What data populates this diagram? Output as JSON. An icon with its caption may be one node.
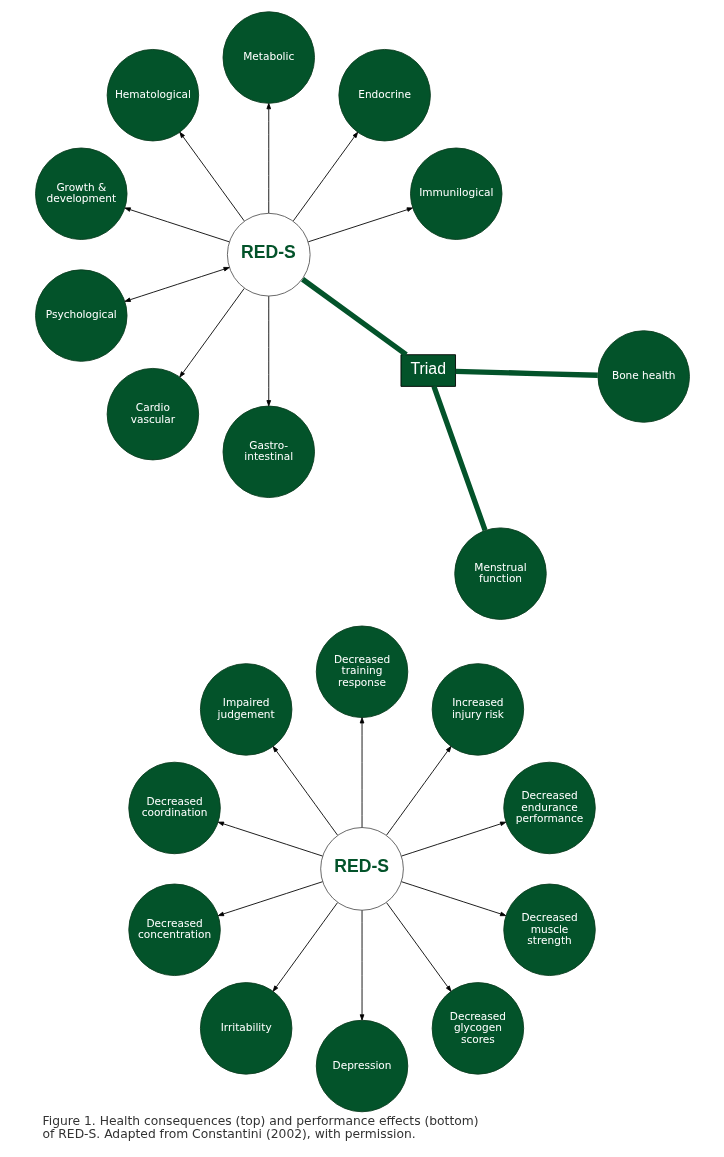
{
  "diagram": {
    "caption": "Figure 1. Health consequences (top) and performance effects (bottom) of RED-S. Adapted from Constantini (2002), with permission.",
    "nodes": [
      {
        "text": [
          "RED-S"
        ]
      },
      {
        "text": [
          "Immunilogical"
        ]
      },
      {
        "text": [
          "Menstrual function"
        ]
      },
      {
        "text": [
          "Bone health"
        ]
      },
      {
        "text": [
          "Endocrine"
        ]
      },
      {
        "text": [
          "Metabolic"
        ]
      },
      {
        "text": [
          "Hematological"
        ]
      },
      {
        "text": [
          "Growth & development"
        ]
      },
      {
        "text": [
          "Psychological"
        ]
      },
      {
        "text": [
          "Cardio vascular"
        ]
      },
      {
        "text": [
          "Gastro- intestinal"
        ]
      },
      {
        "text": [
          "Triad"
        ]
      },
      {
        "text": [
          "RED-S"
        ]
      },
      {
        "text": [
          "Decreased endurance performance"
        ]
      },
      {
        "text": [
          "Increased injury risk"
        ]
      },
      {
        "text": [
          "Decreased training response"
        ]
      },
      {
        "text": [
          "Impaired judgement"
        ]
      },
      {
        "text": [
          "Decreased coordination"
        ]
      },
      {
        "text": [
          "Decreased concentration"
        ]
      },
      {
        "text": [
          "Irritability"
        ]
      },
      {
        "text": [
          "Depression"
        ]
      },
      {
        "text": [
          "Decreased glycogen scores"
        ]
      },
      {
        "text": [
          "Decreased muscle strength"
        ]
      }
    ],
    "edges": [
      {
        "from": 0,
        "to": 1,
        "arrow": "to"
      },
      {
        "from": 0,
        "to": 4,
        "arrow": "to"
      },
      {
        "from": 0,
        "to": 5,
        "arrow": "to"
      },
      {
        "from": 0,
        "to": 6,
        "arrow": "to"
      },
      {
        "from": 0,
        "to": 7,
        "arrow": "to"
      },
      {
        "from": 0,
        "to": 8,
        "arrow": "both"
      },
      {
        "from": 0,
        "to": 9,
        "arrow": "to"
      },
      {
        "from": 0,
        "to": 10,
        "arrow": "to"
      },
      {
        "from": 0,
        "to": 11,
        "arrow": "none",
        "style": "thick"
      },
      {
        "from": 11,
        "to": 2,
        "arrow": "none",
        "style": "thick"
      },
      {
        "from": 11,
        "to": 3,
        "arrow": "none",
        "style": "thick"
      },
      {
        "from": 12,
        "to": 13,
        "arrow": "to"
      },
      {
        "from": 12,
        "to": 14,
        "arrow": "to"
      },
      {
        "from": 12,
        "to": 15,
        "arrow": "to"
      },
      {
        "from": 12,
        "to": 16,
        "arrow": "to"
      },
      {
        "from": 12,
        "to": 17,
        "arrow": "to"
      },
      {
        "from": 12,
        "to": 18,
        "arrow": "to"
      },
      {
        "from": 12,
        "to": 19,
        "arrow": "to"
      },
      {
        "from": 12,
        "to": 20,
        "arrow": "to"
      },
      {
        "from": 12,
        "to": 21,
        "arrow": "to"
      },
      {
        "from": 12,
        "to": 22,
        "arrow": "to"
      }
    ]
  }
}
